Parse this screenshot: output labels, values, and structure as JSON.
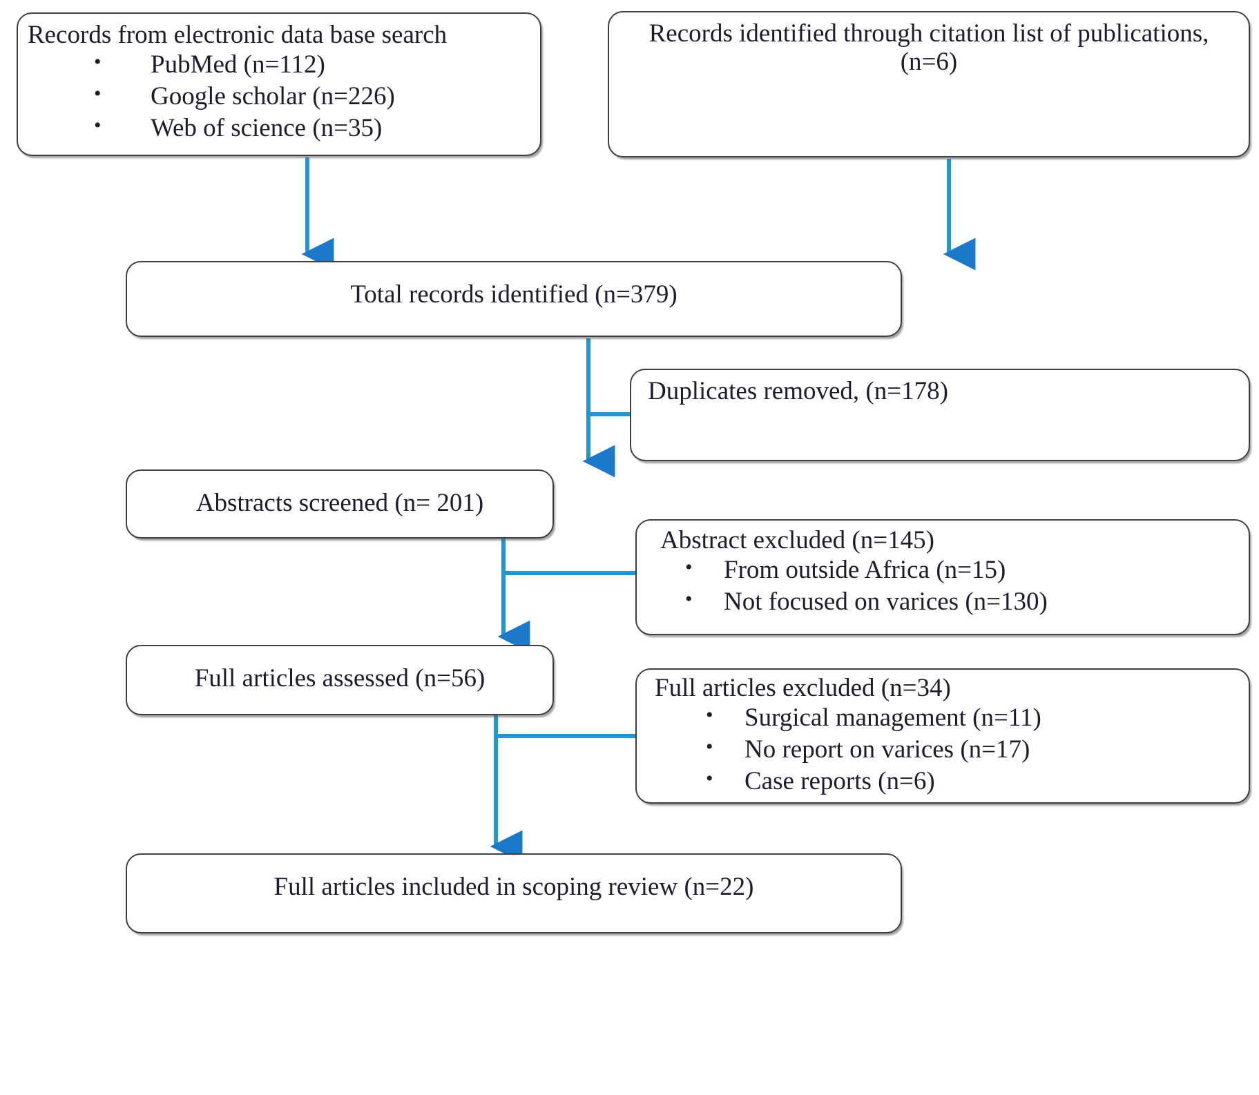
{
  "diagram": {
    "kind": "prisma-flow-diagram",
    "accent_color": "#2196D3",
    "arrowhead_color": "#1c78c8",
    "box_border_color": "#3f3f3f",
    "text_color": "#1c1c2e",
    "background": "#ffffff"
  },
  "boxes": {
    "database_search": {
      "title": "Records from electronic data base search",
      "bullets": [
        "PubMed (n=112)",
        "Google scholar (n=226)",
        "Web of science (n=35)"
      ]
    },
    "citation_list": {
      "title": "Records identified through citation list of publications, (n=6)"
    },
    "total_records": {
      "title": "Total records identified (n=379)"
    },
    "duplicates_removed": {
      "title": "Duplicates removed, (n=178)"
    },
    "abstracts_screened": {
      "title": "Abstracts screened (n= 201)"
    },
    "abstract_excluded": {
      "title": "Abstract excluded (n=145)",
      "bullets": [
        "From outside Africa (n=15)",
        "Not focused on varices (n=130)"
      ]
    },
    "full_articles_assessed": {
      "title": "Full articles assessed (n=56)"
    },
    "full_articles_excluded": {
      "title": "Full articles excluded (n=34)",
      "bullets": [
        "Surgical management (n=11)",
        "No report on varices (n=17)",
        "Case reports (n=6)"
      ]
    },
    "full_articles_included": {
      "title": "Full articles included in scoping review (n=22)"
    }
  },
  "connectors": [
    {
      "name": "database-search-to-total",
      "from": "database_search",
      "to": "total_records",
      "direction": "down"
    },
    {
      "name": "citation-list-to-total",
      "from": "citation_list",
      "to": "total_records",
      "direction": "down"
    },
    {
      "name": "total-to-abstracts",
      "from": "total_records",
      "to": "abstracts_screened",
      "direction": "down"
    },
    {
      "name": "total-to-duplicates",
      "from": "total_records",
      "to": "duplicates_removed",
      "direction": "right"
    },
    {
      "name": "abstracts-to-full-assessed",
      "from": "abstracts_screened",
      "to": "full_articles_assessed",
      "direction": "down"
    },
    {
      "name": "abstracts-to-abstract-excluded",
      "from": "abstracts_screened",
      "to": "abstract_excluded",
      "direction": "right"
    },
    {
      "name": "full-assessed-to-included",
      "from": "full_articles_assessed",
      "to": "full_articles_included",
      "direction": "down"
    },
    {
      "name": "full-assessed-to-full-excluded",
      "from": "full_articles_assessed",
      "to": "full_articles_excluded",
      "direction": "right"
    }
  ]
}
